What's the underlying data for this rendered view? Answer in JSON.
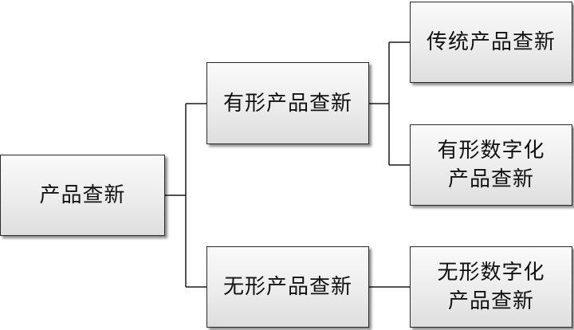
{
  "diagram": {
    "nodes": {
      "root": "产品查新",
      "tangible": "有形产品查新",
      "intangible": "无形产品查新",
      "traditional": "传统产品查新",
      "tangible_digital_line1": "有形数字化",
      "tangible_digital_line2": "产品查新",
      "intangible_digital_line1": "无形数字化",
      "intangible_digital_line2": "产品查新"
    },
    "colors": {
      "line": "#1a1a1a",
      "box_border": "#2a2a2a",
      "box_fill_top": "#fafafa",
      "box_fill_bottom": "#dedede"
    }
  }
}
